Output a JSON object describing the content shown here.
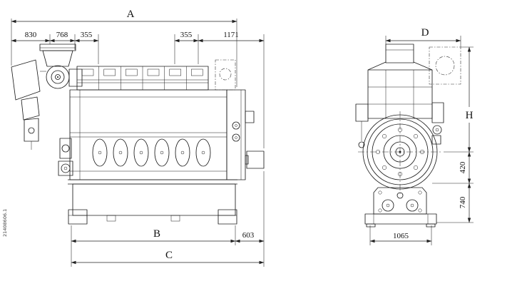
{
  "drawing_number": "21408606.1",
  "side_view": {
    "overall_length_label": "A",
    "top_chain": [
      "830",
      "768",
      "355",
      "355",
      "1171"
    ],
    "mount_span_label": "B",
    "rear_overhang": "603",
    "overall_base_label": "C"
  },
  "front_view": {
    "width_label": "D",
    "height_label": "H",
    "dim_420": "420",
    "dim_740": "740",
    "dim_1065": "1065"
  }
}
